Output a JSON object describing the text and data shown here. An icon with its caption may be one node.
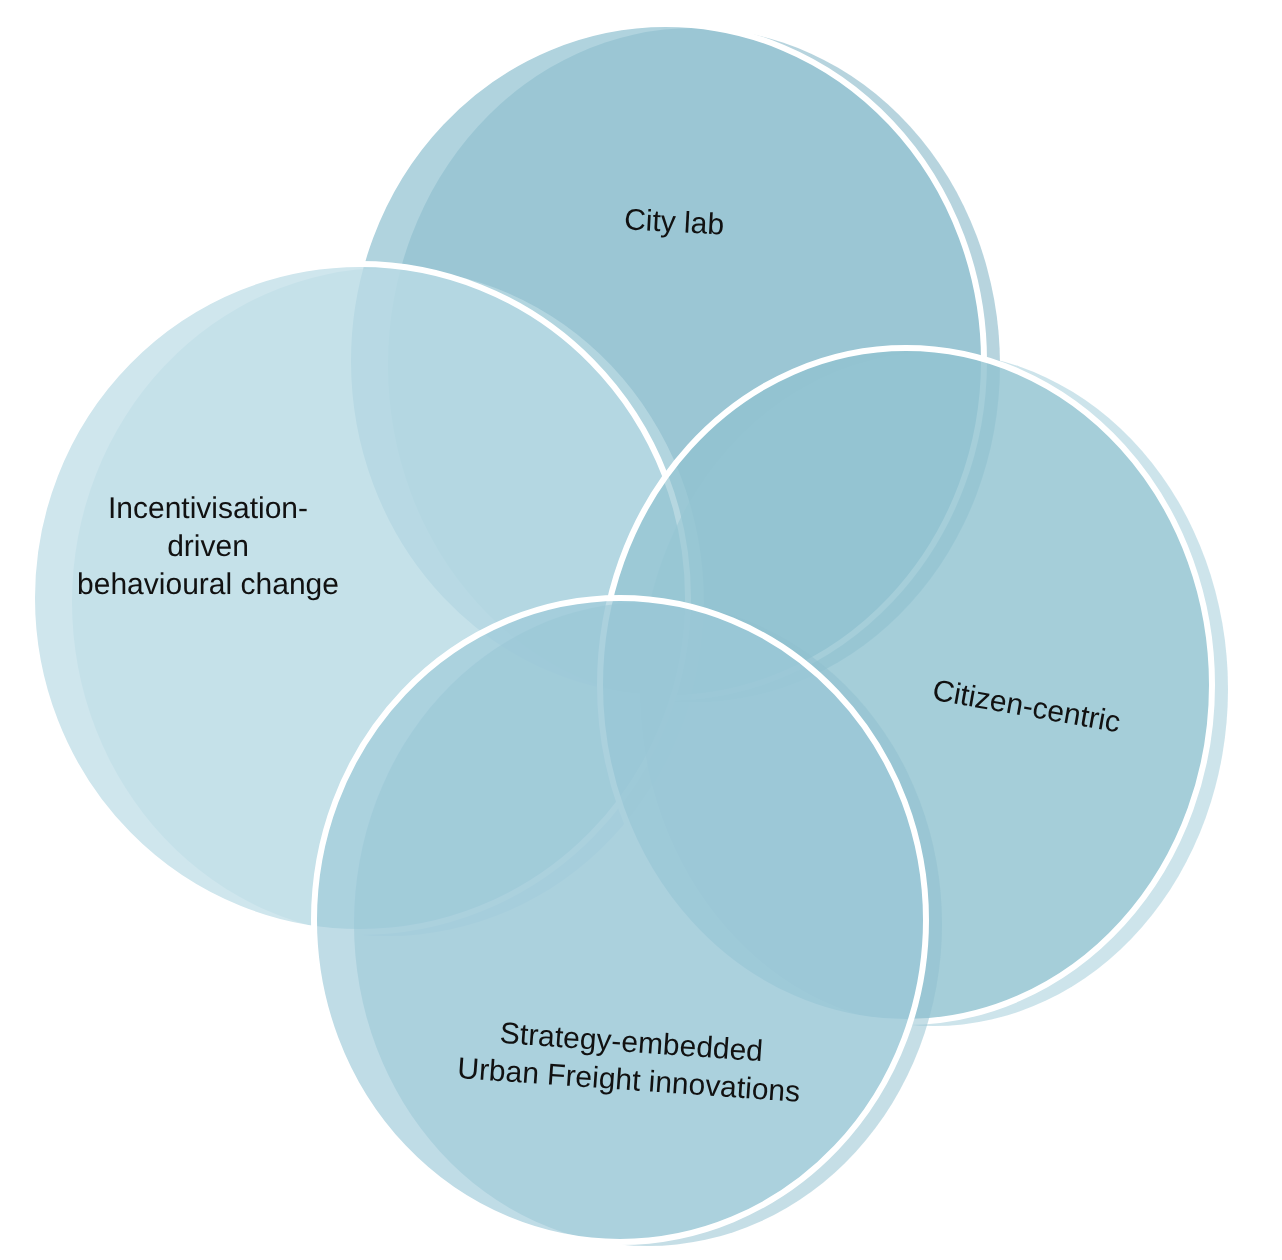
{
  "diagram": {
    "nodes": [
      {
        "text": [
          "City lab"
        ]
      },
      {
        "text": [
          "Incentivisation-driven behavioural change"
        ]
      },
      {
        "text": [
          "Citizen-centric"
        ]
      },
      {
        "text": [
          "Strategy-embedded Urban Freight innovations"
        ]
      }
    ]
  }
}
